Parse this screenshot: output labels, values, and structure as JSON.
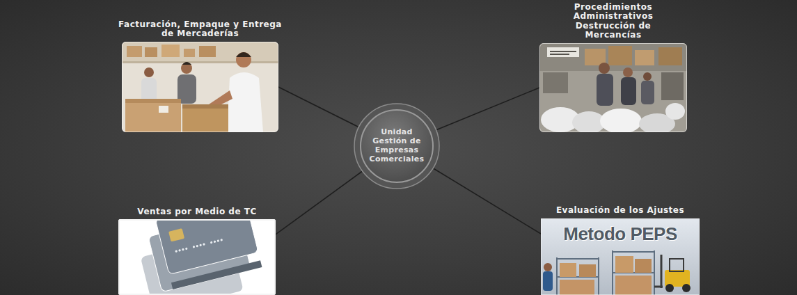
{
  "diagram": {
    "nodes": [
      {
        "text": [
          "Facturación, Empaque y Entrega de Mercaderías"
        ]
      },
      {
        "text": [
          "Procedimientos Administrativos Destrucción de Mercancías"
        ]
      },
      {
        "text": [
          "Unidad Gestión de Empresas Comerciales"
        ]
      },
      {
        "text": [
          "Ventas por Medio de TC"
        ]
      },
      {
        "text": [
          "Evaluación de los Ajustes",
          "Metodo PEPS"
        ]
      }
    ],
    "edges": [
      {
        "from": 2,
        "to": 0,
        "arrow": "none"
      },
      {
        "from": 2,
        "to": 1,
        "arrow": "none"
      },
      {
        "from": 2,
        "to": 3,
        "arrow": "none"
      },
      {
        "from": 2,
        "to": 4,
        "arrow": "none"
      }
    ]
  }
}
